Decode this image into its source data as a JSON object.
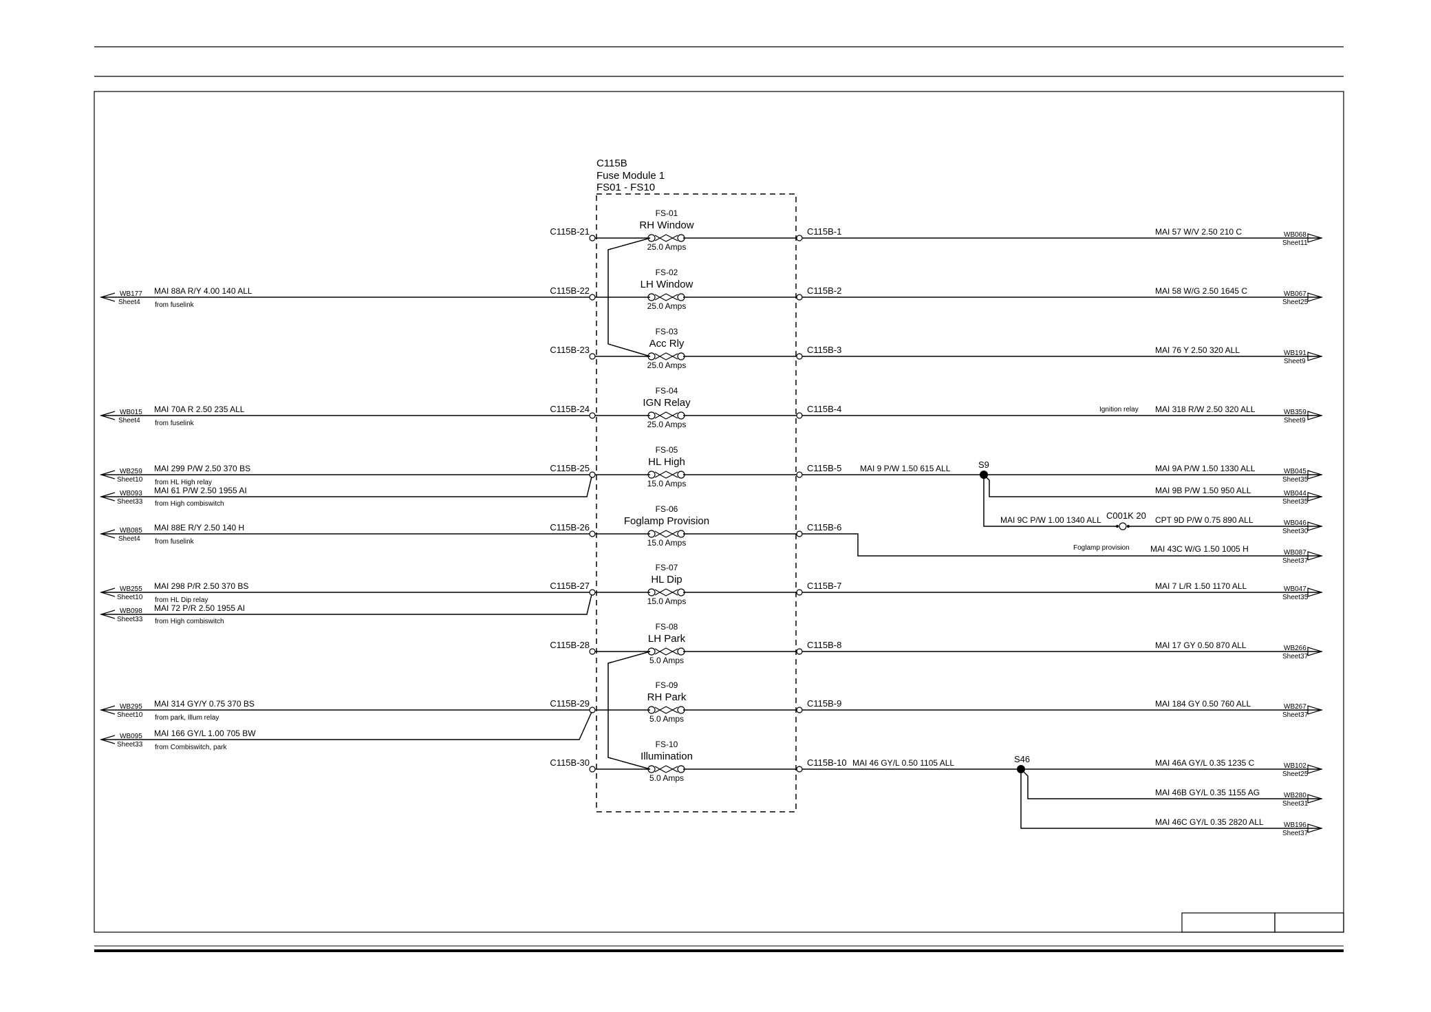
{
  "module": {
    "connector": "C115B",
    "name": "Fuse Module 1",
    "range": "FS01 - FS10"
  },
  "fuses": [
    {
      "id": "FS-01",
      "name": "RH Window",
      "rating": "25.0 Amps",
      "in_pin": "C115B-21",
      "out_pin": "C115B-1"
    },
    {
      "id": "FS-02",
      "name": "LH Window",
      "rating": "25.0 Amps",
      "in_pin": "C115B-22",
      "out_pin": "C115B-2"
    },
    {
      "id": "FS-03",
      "name": "Acc Rly",
      "rating": "25.0 Amps",
      "in_pin": "C115B-23",
      "out_pin": "C115B-3"
    },
    {
      "id": "FS-04",
      "name": "IGN Relay",
      "rating": "25.0 Amps",
      "in_pin": "C115B-24",
      "out_pin": "C115B-4"
    },
    {
      "id": "FS-05",
      "name": "HL High",
      "rating": "15.0 Amps",
      "in_pin": "C115B-25",
      "out_pin": "C115B-5"
    },
    {
      "id": "FS-06",
      "name": "Foglamp Provision",
      "rating": "15.0 Amps",
      "in_pin": "C115B-26",
      "out_pin": "C115B-6"
    },
    {
      "id": "FS-07",
      "name": "HL Dip",
      "rating": "15.0 Amps",
      "in_pin": "C115B-27",
      "out_pin": "C115B-7"
    },
    {
      "id": "FS-08",
      "name": "LH Park",
      "rating": "5.0 Amps",
      "in_pin": "C115B-28",
      "out_pin": "C115B-8"
    },
    {
      "id": "FS-09",
      "name": "RH Park",
      "rating": "5.0 Amps",
      "in_pin": "C115B-29",
      "out_pin": "C115B-9"
    },
    {
      "id": "FS-10",
      "name": "Illumination",
      "rating": "5.0 Amps",
      "in_pin": "C115B-30",
      "out_pin": "C115B-10"
    }
  ],
  "left_wires": [
    {
      "wire": "MAI 88A R/Y 4.00 140 ALL",
      "note": "from fuselink",
      "ref": "WB177",
      "sheet": "Sheet4"
    },
    {
      "wire": "MAI 70A R 2.50 235 ALL",
      "note": "from fuselink",
      "ref": "WB015",
      "sheet": "Sheet4"
    },
    {
      "wire": "MAI 299 P/W 2.50 370 BS",
      "note": "from HL High relay",
      "ref": "WB259",
      "sheet": "Sheet10"
    },
    {
      "wire": "MAI 61 P/W 2.50 1955 AI",
      "note": "from High combiswitch",
      "ref": "WB093",
      "sheet": "Sheet33"
    },
    {
      "wire": "MAI 88E R/Y 2.50 140 H",
      "note": "from fuselink",
      "ref": "WB085",
      "sheet": "Sheet4"
    },
    {
      "wire": "MAI 298 P/R 2.50 370 BS",
      "note": "from HL Dip relay",
      "ref": "WB255",
      "sheet": "Sheet10"
    },
    {
      "wire": "MAI 72 P/R 2.50 1955 AI",
      "note": "from High combiswitch",
      "ref": "WB098",
      "sheet": "Sheet33"
    },
    {
      "wire": "MAI 314 GY/Y 0.75 370 BS",
      "note": "from park, Illum relay",
      "ref": "WB295",
      "sheet": "Sheet10"
    },
    {
      "wire": "MAI 166 GY/L 1.00 705 BW",
      "note": "from Combiswitch, park",
      "ref": "WB095",
      "sheet": "Sheet33"
    }
  ],
  "right_wires": [
    {
      "wire": "MAI 57 W/V 2.50 210 C",
      "ref": "WB068",
      "sheet": "Sheet11"
    },
    {
      "wire": "MAI 58 W/G 2.50 1645 C",
      "ref": "WB067",
      "sheet": "Sheet25"
    },
    {
      "wire": "MAI 76 Y 2.50 320 ALL",
      "ref": "WB191",
      "sheet": "Sheet9"
    },
    {
      "wire": "MAI 318 R/W 2.50 320 ALL",
      "note": "Ignition relay",
      "ref": "WB359",
      "sheet": "Sheet9"
    },
    {
      "wire": "MAI 9A P/W 1.50 1330 ALL",
      "ref": "WB045",
      "sheet": "Sheet35"
    },
    {
      "wire": "MAI 9B P/W 1.50 950 ALL",
      "ref": "WB044",
      "sheet": "Sheet35"
    },
    {
      "wire": "CPT 9D P/W 0.75 890 ALL",
      "ref": "WB046",
      "sheet": "Sheet30"
    },
    {
      "wire": "MAI 43C W/G 1.50 1005 H",
      "note": "Foglamp provision",
      "ref": "WB087",
      "sheet": "Sheet37"
    },
    {
      "wire": "MAI 7 L/R 1.50 1170 ALL",
      "ref": "WB047",
      "sheet": "Sheet35"
    },
    {
      "wire": "MAI 17 GY 0.50 870 ALL",
      "ref": "WB266",
      "sheet": "Sheet37"
    },
    {
      "wire": "MAI 184 GY 0.50 760 ALL",
      "ref": "WB267",
      "sheet": "Sheet37"
    },
    {
      "wire": "MAI 46A GY/L 0.35 1235 C",
      "ref": "WB102",
      "sheet": "Sheet25"
    },
    {
      "wire": "MAI 46B GY/L 0.35 1155 AG",
      "ref": "WB280",
      "sheet": "Sheet31"
    },
    {
      "wire": "MAI 46C GY/L 0.35 2820 ALL",
      "ref": "WB196",
      "sheet": "Sheet37"
    }
  ],
  "mid_wires": {
    "fs05_out": "MAI 9 P/W 1.50 615 ALL",
    "fs10_out": "MAI 46 GY/L 0.50 1105 ALL",
    "branch_9c": "MAI 9C P/W 1.00 1340 ALL"
  },
  "splices": {
    "s9": "S9",
    "s46": "S46"
  },
  "inline_connector": "C001K 20"
}
